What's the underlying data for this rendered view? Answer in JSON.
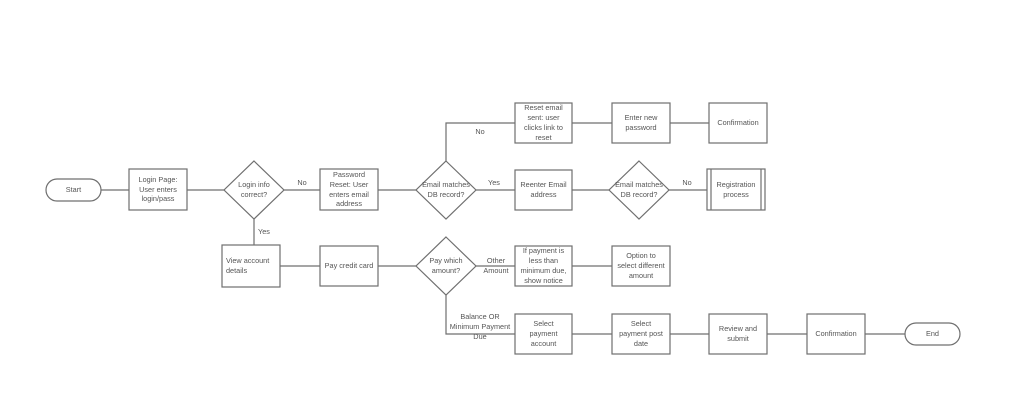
{
  "nodes": {
    "start": "Start",
    "login_page": "Login Page: User enters login/pass",
    "login_correct": "Login info correct?",
    "password_reset": "Password Reset: User enters email address",
    "email_matches_1": "Email matches DB record?",
    "reset_email_sent": "Reset email sent: user clicks link to reset",
    "enter_new_password": "Enter new password",
    "confirmation_1": "Confirmation",
    "reenter_email": "Reenter Email address",
    "email_matches_2": "Email matches DB record?",
    "registration": "Registration process",
    "view_account": "View account details",
    "pay_credit_card": "Pay credit card",
    "pay_which_amount": "Pay which amount?",
    "notice": "If payment is less than minimum due, show notice",
    "option_select": "Option to select different amount",
    "select_account": "Select payment account",
    "select_date": "Select payment post date",
    "review_submit": "Review and submit",
    "confirmation_2": "Confirmation",
    "end": "End"
  },
  "edges": {
    "no_1": "No",
    "yes_1": "Yes",
    "no_2": "No",
    "yes_2": "Yes",
    "no_3": "No",
    "other_amount": "Other Amount",
    "balance_or_min": "Balance OR Minimum Payment Due"
  }
}
